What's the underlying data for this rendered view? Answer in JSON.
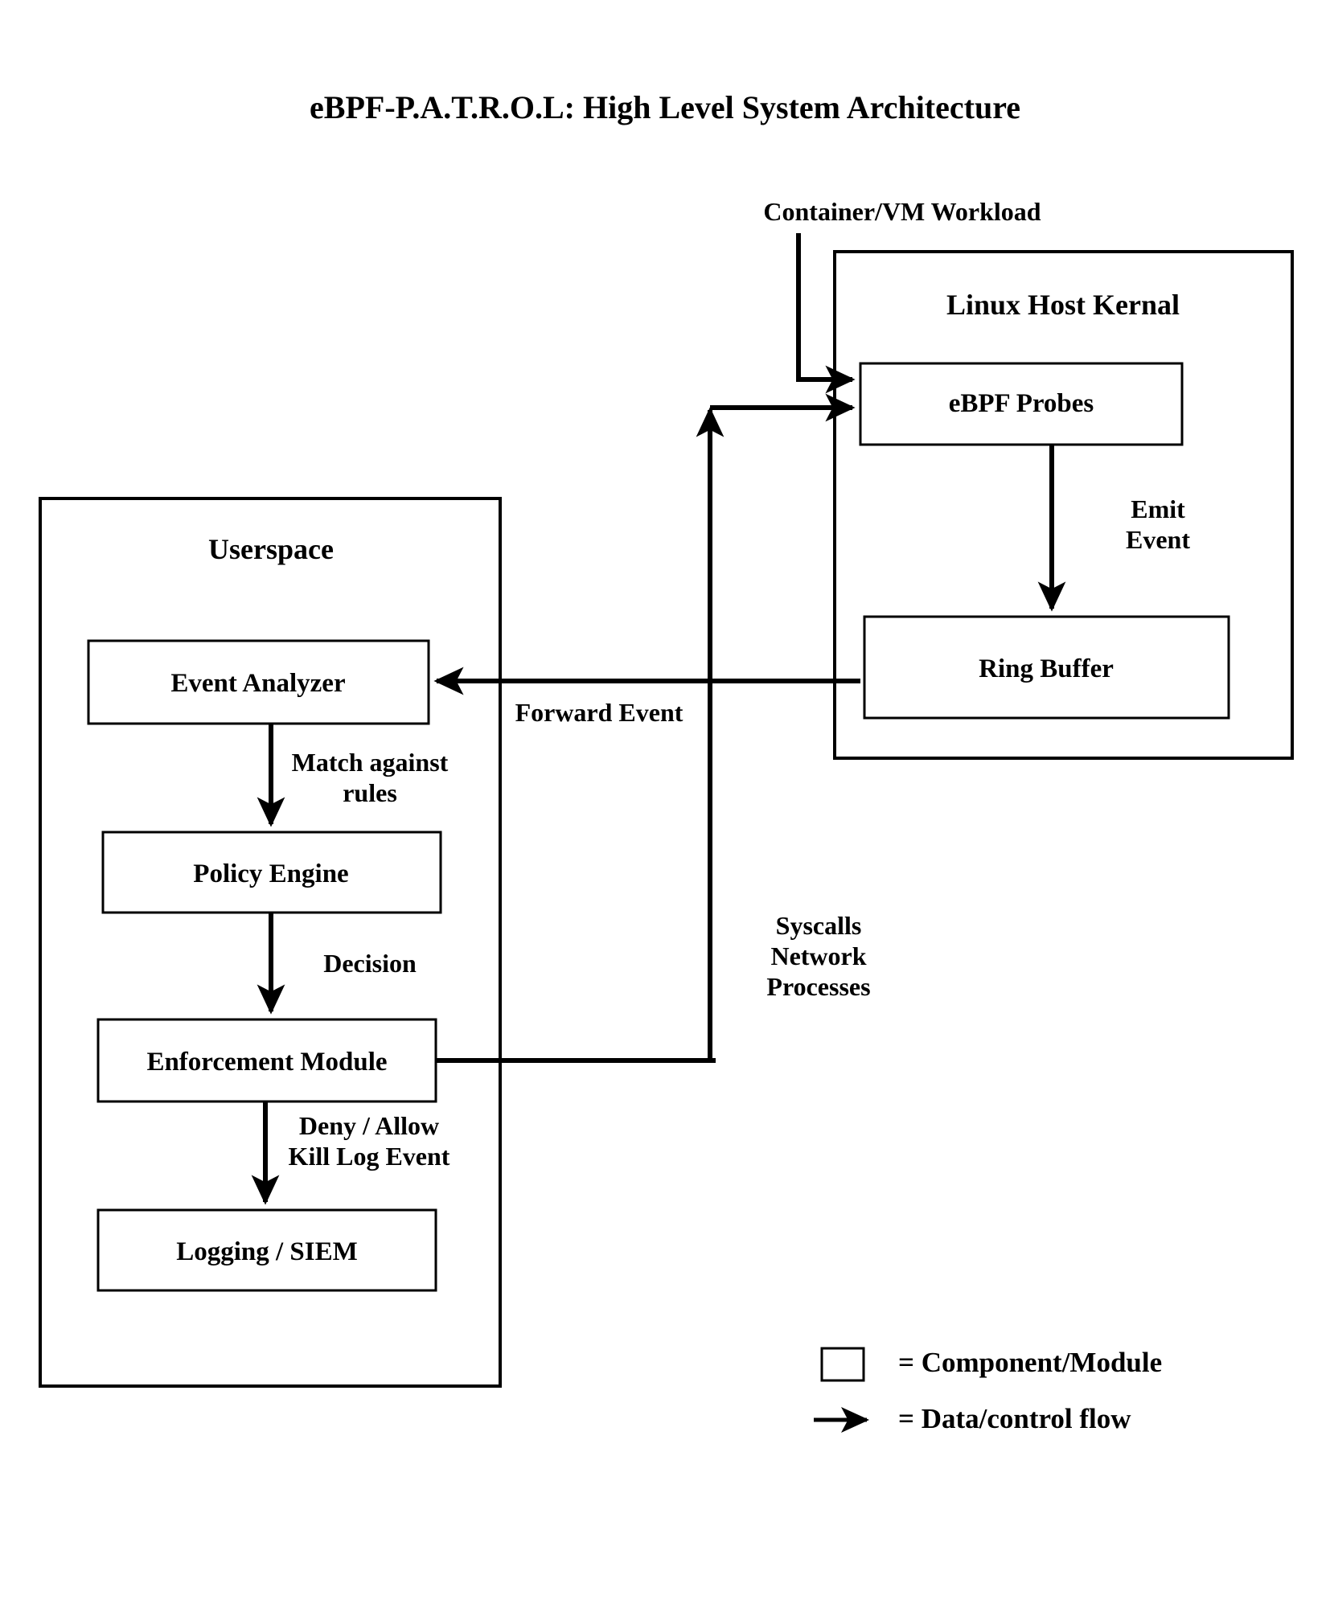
{
  "title": "eBPF-P.A.T.R.O.L: High Level System Architecture",
  "external": {
    "workload_label": "Container/VM Workload"
  },
  "kernel_group": {
    "label": "Linux Host Kernal",
    "boxes": [
      {
        "id": "ebpf-probes",
        "label": "eBPF Probes"
      },
      {
        "id": "ring-buffer",
        "label": "Ring Buffer"
      }
    ],
    "edges": [
      {
        "id": "emit-event",
        "label": "Emit\nEvent"
      }
    ]
  },
  "userspace_group": {
    "label": "Userspace",
    "boxes": [
      {
        "id": "event-analyzer",
        "label": "Event Analyzer"
      },
      {
        "id": "policy-engine",
        "label": "Policy Engine"
      },
      {
        "id": "enforcement-module",
        "label": "Enforcement Module"
      },
      {
        "id": "logging-siem",
        "label": "Logging / SIEM"
      }
    ],
    "edges": [
      {
        "id": "match-against-rules",
        "label": "Match against\nrules"
      },
      {
        "id": "decision",
        "label": "Decision"
      },
      {
        "id": "deny-allow",
        "label": "Deny / Allow\nKill Log Event"
      }
    ]
  },
  "cross_edges": [
    {
      "id": "forward-event",
      "label": "Forward Event"
    },
    {
      "id": "syscalls-network-processes",
      "label": "Syscalls\nNetwork\nProcesses"
    }
  ],
  "legend": {
    "items": [
      {
        "id": "component-module",
        "icon": "square-outline-icon",
        "label": "= Component/Module"
      },
      {
        "id": "data-control-flow",
        "icon": "arrow-right-icon",
        "label": "= Data/control flow"
      }
    ]
  },
  "colors": {
    "stroke": "#000000",
    "fill": "#ffffff",
    "text": "#000000"
  }
}
